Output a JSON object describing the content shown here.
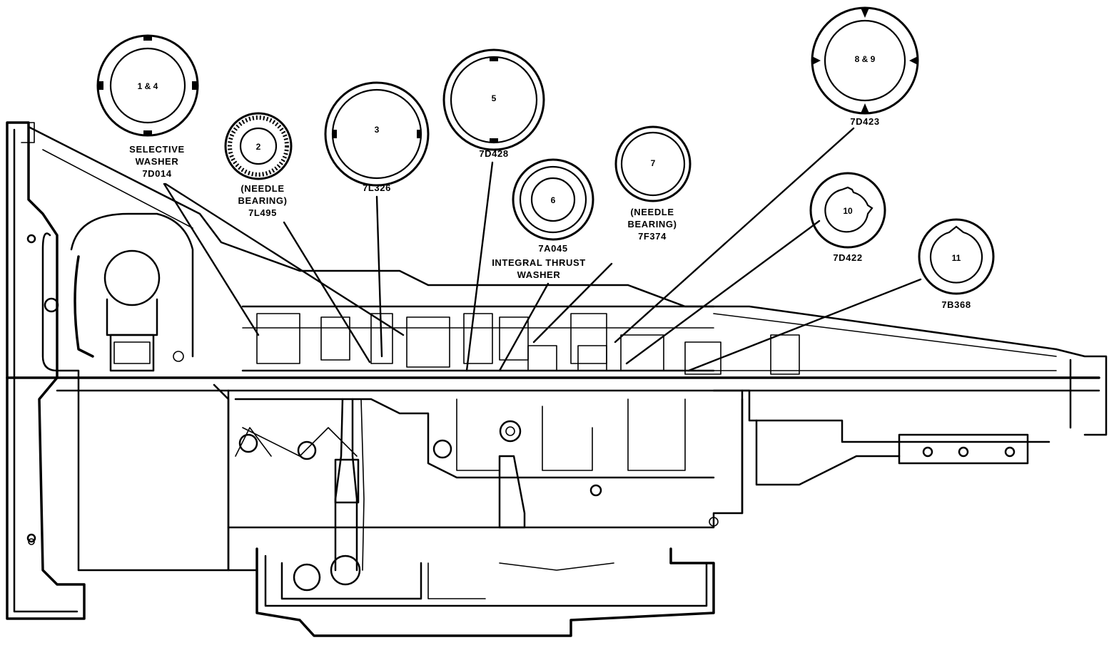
{
  "washers": [
    {
      "number": "1 & 4",
      "labels": [
        "SELECTIVE",
        "WASHER",
        "7D014"
      ]
    },
    {
      "number": "2",
      "labels": [
        "(NEEDLE",
        "BEARING)",
        "7L495"
      ]
    },
    {
      "number": "3",
      "labels": [
        "7L326"
      ]
    },
    {
      "number": "5",
      "labels": [
        "7D428"
      ]
    },
    {
      "number": "6",
      "labels": [
        "7A045",
        "INTEGRAL THRUST",
        "WASHER"
      ]
    },
    {
      "number": "7",
      "labels": [
        "(NEEDLE",
        "BEARING)",
        "7F374"
      ]
    },
    {
      "number": "8 & 9",
      "labels": [
        "7D423"
      ]
    },
    {
      "number": "10",
      "labels": [
        "7D422"
      ]
    },
    {
      "number": "11",
      "labels": [
        "7B368"
      ]
    }
  ]
}
